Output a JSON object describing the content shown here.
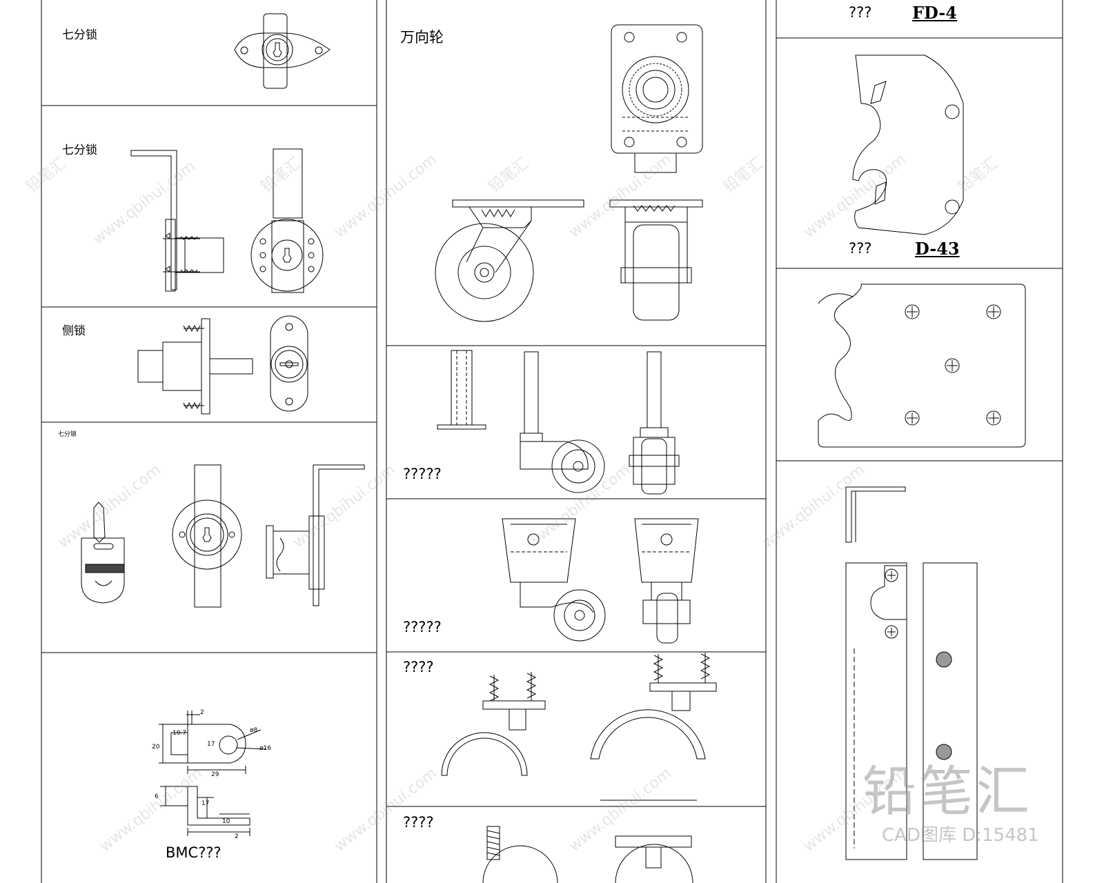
{
  "left_column": {
    "panel1_label": "七分锁",
    "panel2_label": "七分锁",
    "panel3_label": "侧锁",
    "panel4_label": "七分锁",
    "panel5_label": "BMC???",
    "dims": {
      "d1": "2",
      "d2": "10.7",
      "d3": "20",
      "d4": "17",
      "d5": "ø8",
      "d6": "ø16",
      "d7": "29",
      "d8": "6",
      "d9": "17",
      "d10": "10",
      "d11": "2"
    }
  },
  "middle_column": {
    "panel1_label": "万向轮",
    "panel2_label": "?????",
    "panel3_label": "?????",
    "panel4_label": "????",
    "panel5_label": "????"
  },
  "right_column": {
    "top_label": "???",
    "top_code": "FD-4",
    "mid_label": "???",
    "mid_code": "D-43"
  },
  "watermark": {
    "url_text": "www.qbihui.com",
    "brand_text": "铅笔汇",
    "brand_big": "铅笔汇",
    "catalog": "CAD图库 D:15481"
  }
}
